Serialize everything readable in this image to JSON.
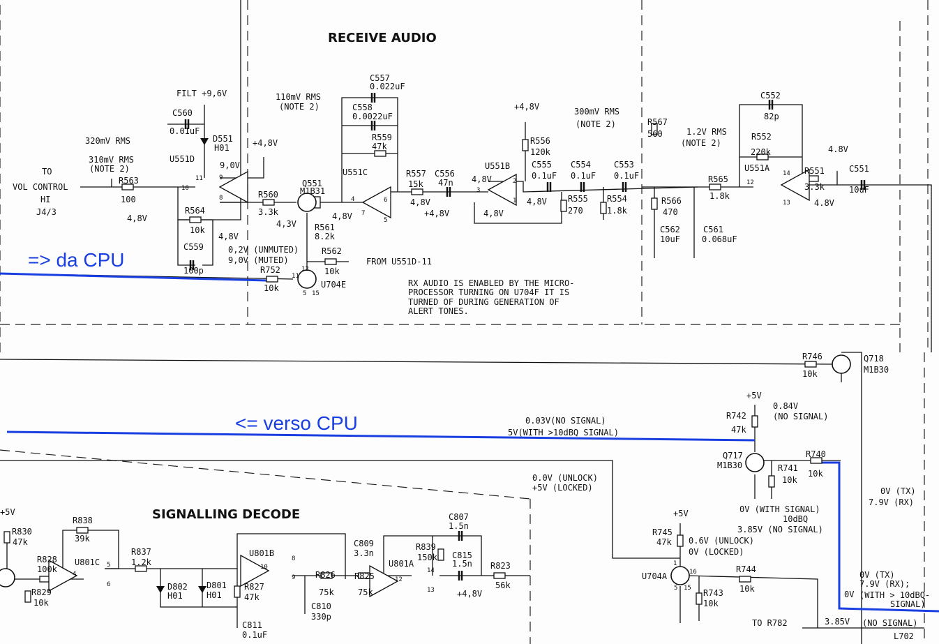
{
  "sections": {
    "receive_audio": "RECEIVE AUDIO",
    "signalling_decode": "SIGNALLING DECODE"
  },
  "annotations": {
    "da_cpu": "=> da CPU",
    "verso_cpu": "<= verso CPU"
  },
  "colors": {
    "annotation_blue": "#1a3fe0",
    "ink": "#111111",
    "paper": "#fdfdfd"
  },
  "labels": {
    "filt": "FILT +9,6V",
    "c560": "C560",
    "c560v": "0.01uF",
    "d551": "D551",
    "d551v": "H01",
    "rms320": "320mV RMS",
    "rms310": "310mV RMS",
    "note310": "(NOTE 2)",
    "u551d": "U551D",
    "v90a": "9,0V",
    "v48a": "+4,8V",
    "to": "TO",
    "volc": "VOL CONTROL",
    "hi": "HI",
    "j43": "J4/3",
    "r563": "R563",
    "r563v": "100",
    "r564": "R564",
    "r564v": "10k",
    "v48b": "4,8V",
    "v48c": "4,8V",
    "c559": "C559",
    "c559v": "100p",
    "unmuted": "0,2V (UNMUTED)",
    "muted": "9,0V (MUTED)",
    "r752": "R752",
    "r752v": "10k",
    "r560": "R560",
    "r560v": "3.3k",
    "q551": "Q551",
    "q551v": "M1B31",
    "v43": "4,3V",
    "r561": "R561",
    "r561v": "8.2k",
    "r562": "R562",
    "r562v": "10k",
    "from": "FROM U551D-11",
    "u704e": "U704E",
    "rms110": "110mV RMS",
    "note110": "(NOTE 2)",
    "c557": "C557",
    "c557v": "0.022uF",
    "c558": "C558",
    "c558v": "0.0022uF",
    "r559": "R559",
    "r559v": "47k",
    "u551c": "U551C",
    "r557": "R557",
    "r557v": "15k",
    "c556": "C556",
    "c556v": "47n",
    "v48d": "4,8V",
    "v48e": "4,8V",
    "v48f": "+4,8V",
    "v48g": "+4,8V",
    "v48h": "4,8V",
    "u551b": "U551B",
    "r556": "R556",
    "r556v": "120k",
    "c555": "C555",
    "c555v": "0.1uF",
    "c554": "C554",
    "c554v": "0.1uF",
    "c553": "C553",
    "c553v": "0.1uF",
    "v48i": "4,8V",
    "v48j": "4,8V",
    "r555": "R555",
    "r555v": "270",
    "r554": "R554",
    "r554v": "1.8k",
    "rms300": "300mV RMS",
    "note300": "(NOTE 2)",
    "r567": "R567",
    "r567v": "560",
    "r566": "R566",
    "r566v": "470",
    "c562": "C562",
    "c562v": "10uF",
    "c561": "C561",
    "c561v": "0.068uF",
    "rms12": "1.2V RMS",
    "note12": "(NOTE 2)",
    "c552": "C552",
    "c552v": "82p",
    "r552": "R552",
    "r552v": "220k",
    "u551a": "U551A",
    "r565": "R565",
    "r565v": "1.8k",
    "r551": "R551",
    "r551v": "3.3k",
    "c551": "C551",
    "c551v": "10uF",
    "v48k": "4.8V",
    "v48l": "4.8V",
    "rx1": "RX AUDIO IS ENABLED BY THE MICRO-",
    "rx2": "PROCESSOR TURNING ON U704F IT IS",
    "rx3": "TURNED OF DURING GENERATION OF",
    "rx4": "ALERT TONES.",
    "r746": "R746",
    "r746v": "10k",
    "q718": "Q718",
    "q718v": "M1B30",
    "p5a": "+5V",
    "r742": "R742",
    "r742v": "47k",
    "v084": "0.84V",
    "nosig1": "(NO SIGNAL)",
    "v003": "0.03V(NO SIGNAL)",
    "v5with": "5V(WITH >10dBQ SIGNAL)",
    "q717": "Q717",
    "q717v": "M1B30",
    "r740": "R740",
    "r740v": "10k",
    "r741": "R741",
    "r741v": "10k",
    "unlock1": "0.0V (UNLOCK)",
    "locked1": "+5V (LOCKED)",
    "tx1": "0V (TX)",
    "rx1v": "7.9V (RX)",
    "withsig": "0V (WITH SIGNAL)",
    "dbq": "10dBQ",
    "nosig385": "3.85V (NO SIGNAL)",
    "p5b": "+5V",
    "r830": "R830",
    "r830v": "47k",
    "r838": "R838",
    "r838v": "39k",
    "r837": "R837",
    "r837v": "1.2k",
    "u801c": "U801C",
    "r828": "R828",
    "r828v": "100k",
    "r829": "R829",
    "r829v": "10k",
    "d802": "D802",
    "d802v": "H01",
    "d801": "D801",
    "d801v": "H01",
    "r827": "R827",
    "r827v": "47k",
    "c811": "C811",
    "c811v": "0.1uF",
    "u801b": "U801B",
    "c809": "C809",
    "c809v": "3.3n",
    "r826": "R826",
    "r826v": "75k",
    "r825": "R825",
    "r825v": "75k",
    "c810": "C810",
    "c810v": "330p",
    "c807": "C807",
    "c807v": "1.5n",
    "r839": "R839",
    "r839v": "150k",
    "c815": "C815",
    "c815v": "1.5n",
    "u801a": "U801A",
    "r823": "R823",
    "r823v": "56k",
    "v48m": "+4,8V",
    "p5c": "+5V",
    "r745": "R745",
    "r745v": "47k",
    "unlock2": "0.6V (UNLOCK)",
    "locked2": "0V (LOCKED)",
    "u704a": "U704A",
    "r744": "R744",
    "r744v": "10k",
    "r743": "R743",
    "r743v": "10k",
    "tx2": "0V (TX)",
    "rx2v": "7.9V (RX);",
    "v0": "0V",
    "with10": "(WITH > 10dBQ-",
    "signal": "SIGNAL)",
    "tor782": "TO R782",
    "v385": "3.85V",
    "nosig2": "(NO SIGNAL)",
    "l702": "L702"
  },
  "pins": {
    "p11": "11",
    "p10": "10",
    "p9": "9",
    "p8": "8",
    "p12": "12",
    "p11b": "11",
    "p5": "5",
    "p15": "15",
    "p4": "4",
    "p6": "6",
    "p7": "7",
    "p5b": "5",
    "p3": "3",
    "p2": "2",
    "p1": "1",
    "p12b": "12",
    "p14": "14",
    "p13": "13",
    "p16": "16",
    "p1b": "1",
    "p5c": "5",
    "p15b": "15",
    "p4b": "4",
    "p5d": "5",
    "p6b": "6",
    "p10b": "10",
    "p8b": "8",
    "p9b": "9",
    "p12c": "12",
    "p14b": "14",
    "p13b": "13"
  }
}
